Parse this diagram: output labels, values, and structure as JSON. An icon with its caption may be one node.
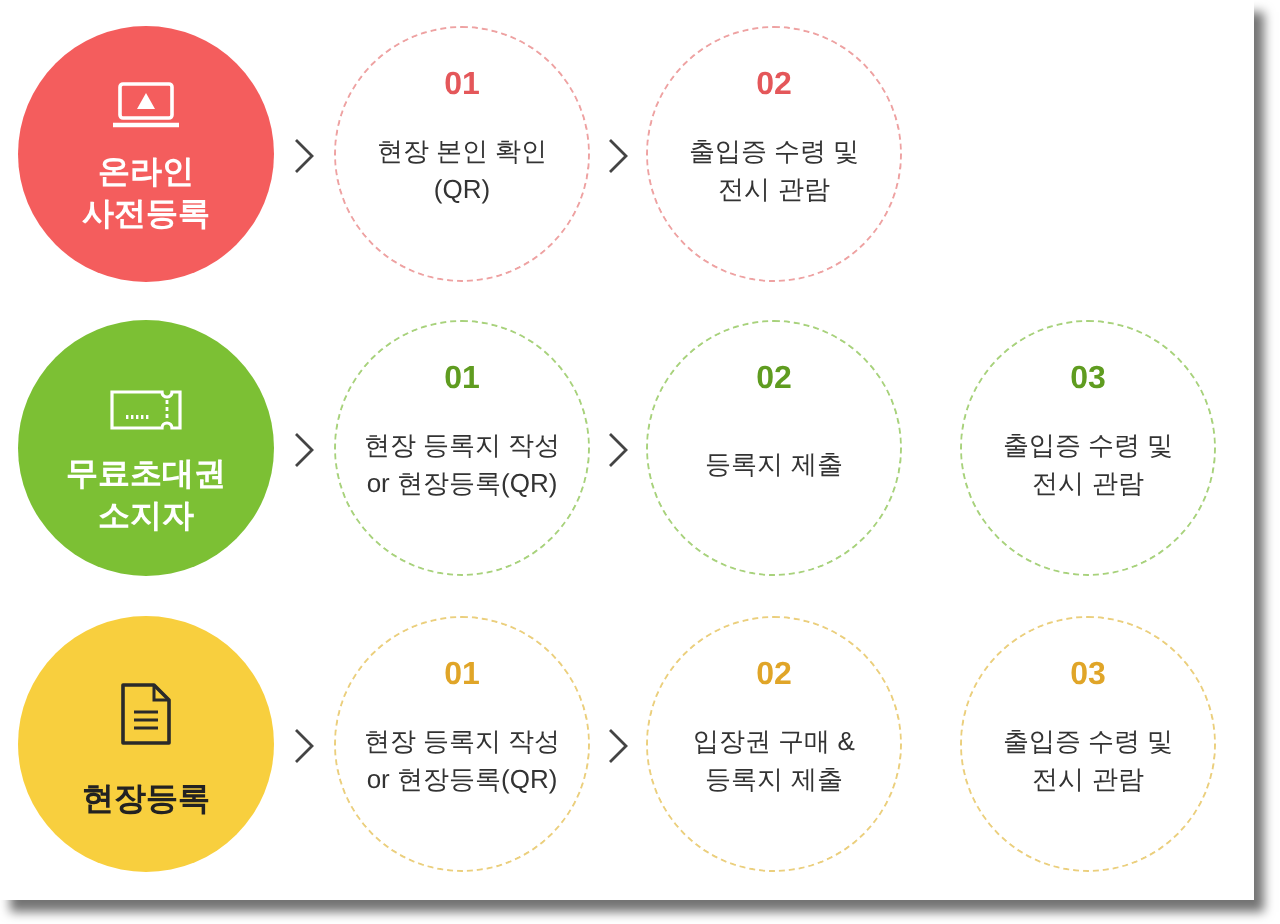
{
  "diagram": {
    "nodes": [
      {
        "text": [
          "온라인 사전등록"
        ]
      },
      {
        "text": [
          "01",
          "현장 본인 확인 (QR)"
        ]
      },
      {
        "text": [
          "02",
          "출입증 수령 및 전시 관람"
        ]
      },
      {
        "text": [
          "무료초대권 소지자"
        ]
      },
      {
        "text": [
          "01",
          "현장 등록지 작성 or 현장등록(QR)"
        ]
      },
      {
        "text": [
          "02",
          "등록지 제출"
        ]
      },
      {
        "text": [
          "03",
          "출입증 수령 및 전시 관람"
        ]
      },
      {
        "text": [
          "현장등록"
        ]
      },
      {
        "text": [
          "01",
          "현장 등록지 작성 or 현장등록(QR)"
        ]
      },
      {
        "text": [
          "02",
          "입장권 구매 & 등록지 제출"
        ]
      },
      {
        "text": [
          "03",
          "출입증 수령 및 전시 관람"
        ]
      }
    ],
    "edges": [
      {
        "from": 0,
        "to": 1,
        "arrow": "to"
      },
      {
        "from": 1,
        "to": 2,
        "arrow": "to"
      },
      {
        "from": 3,
        "to": 4,
        "arrow": "to"
      },
      {
        "from": 4,
        "to": 5,
        "arrow": "to"
      },
      {
        "from": 7,
        "to": 8,
        "arrow": "to"
      },
      {
        "from": 8,
        "to": 9,
        "arrow": "to"
      }
    ]
  }
}
